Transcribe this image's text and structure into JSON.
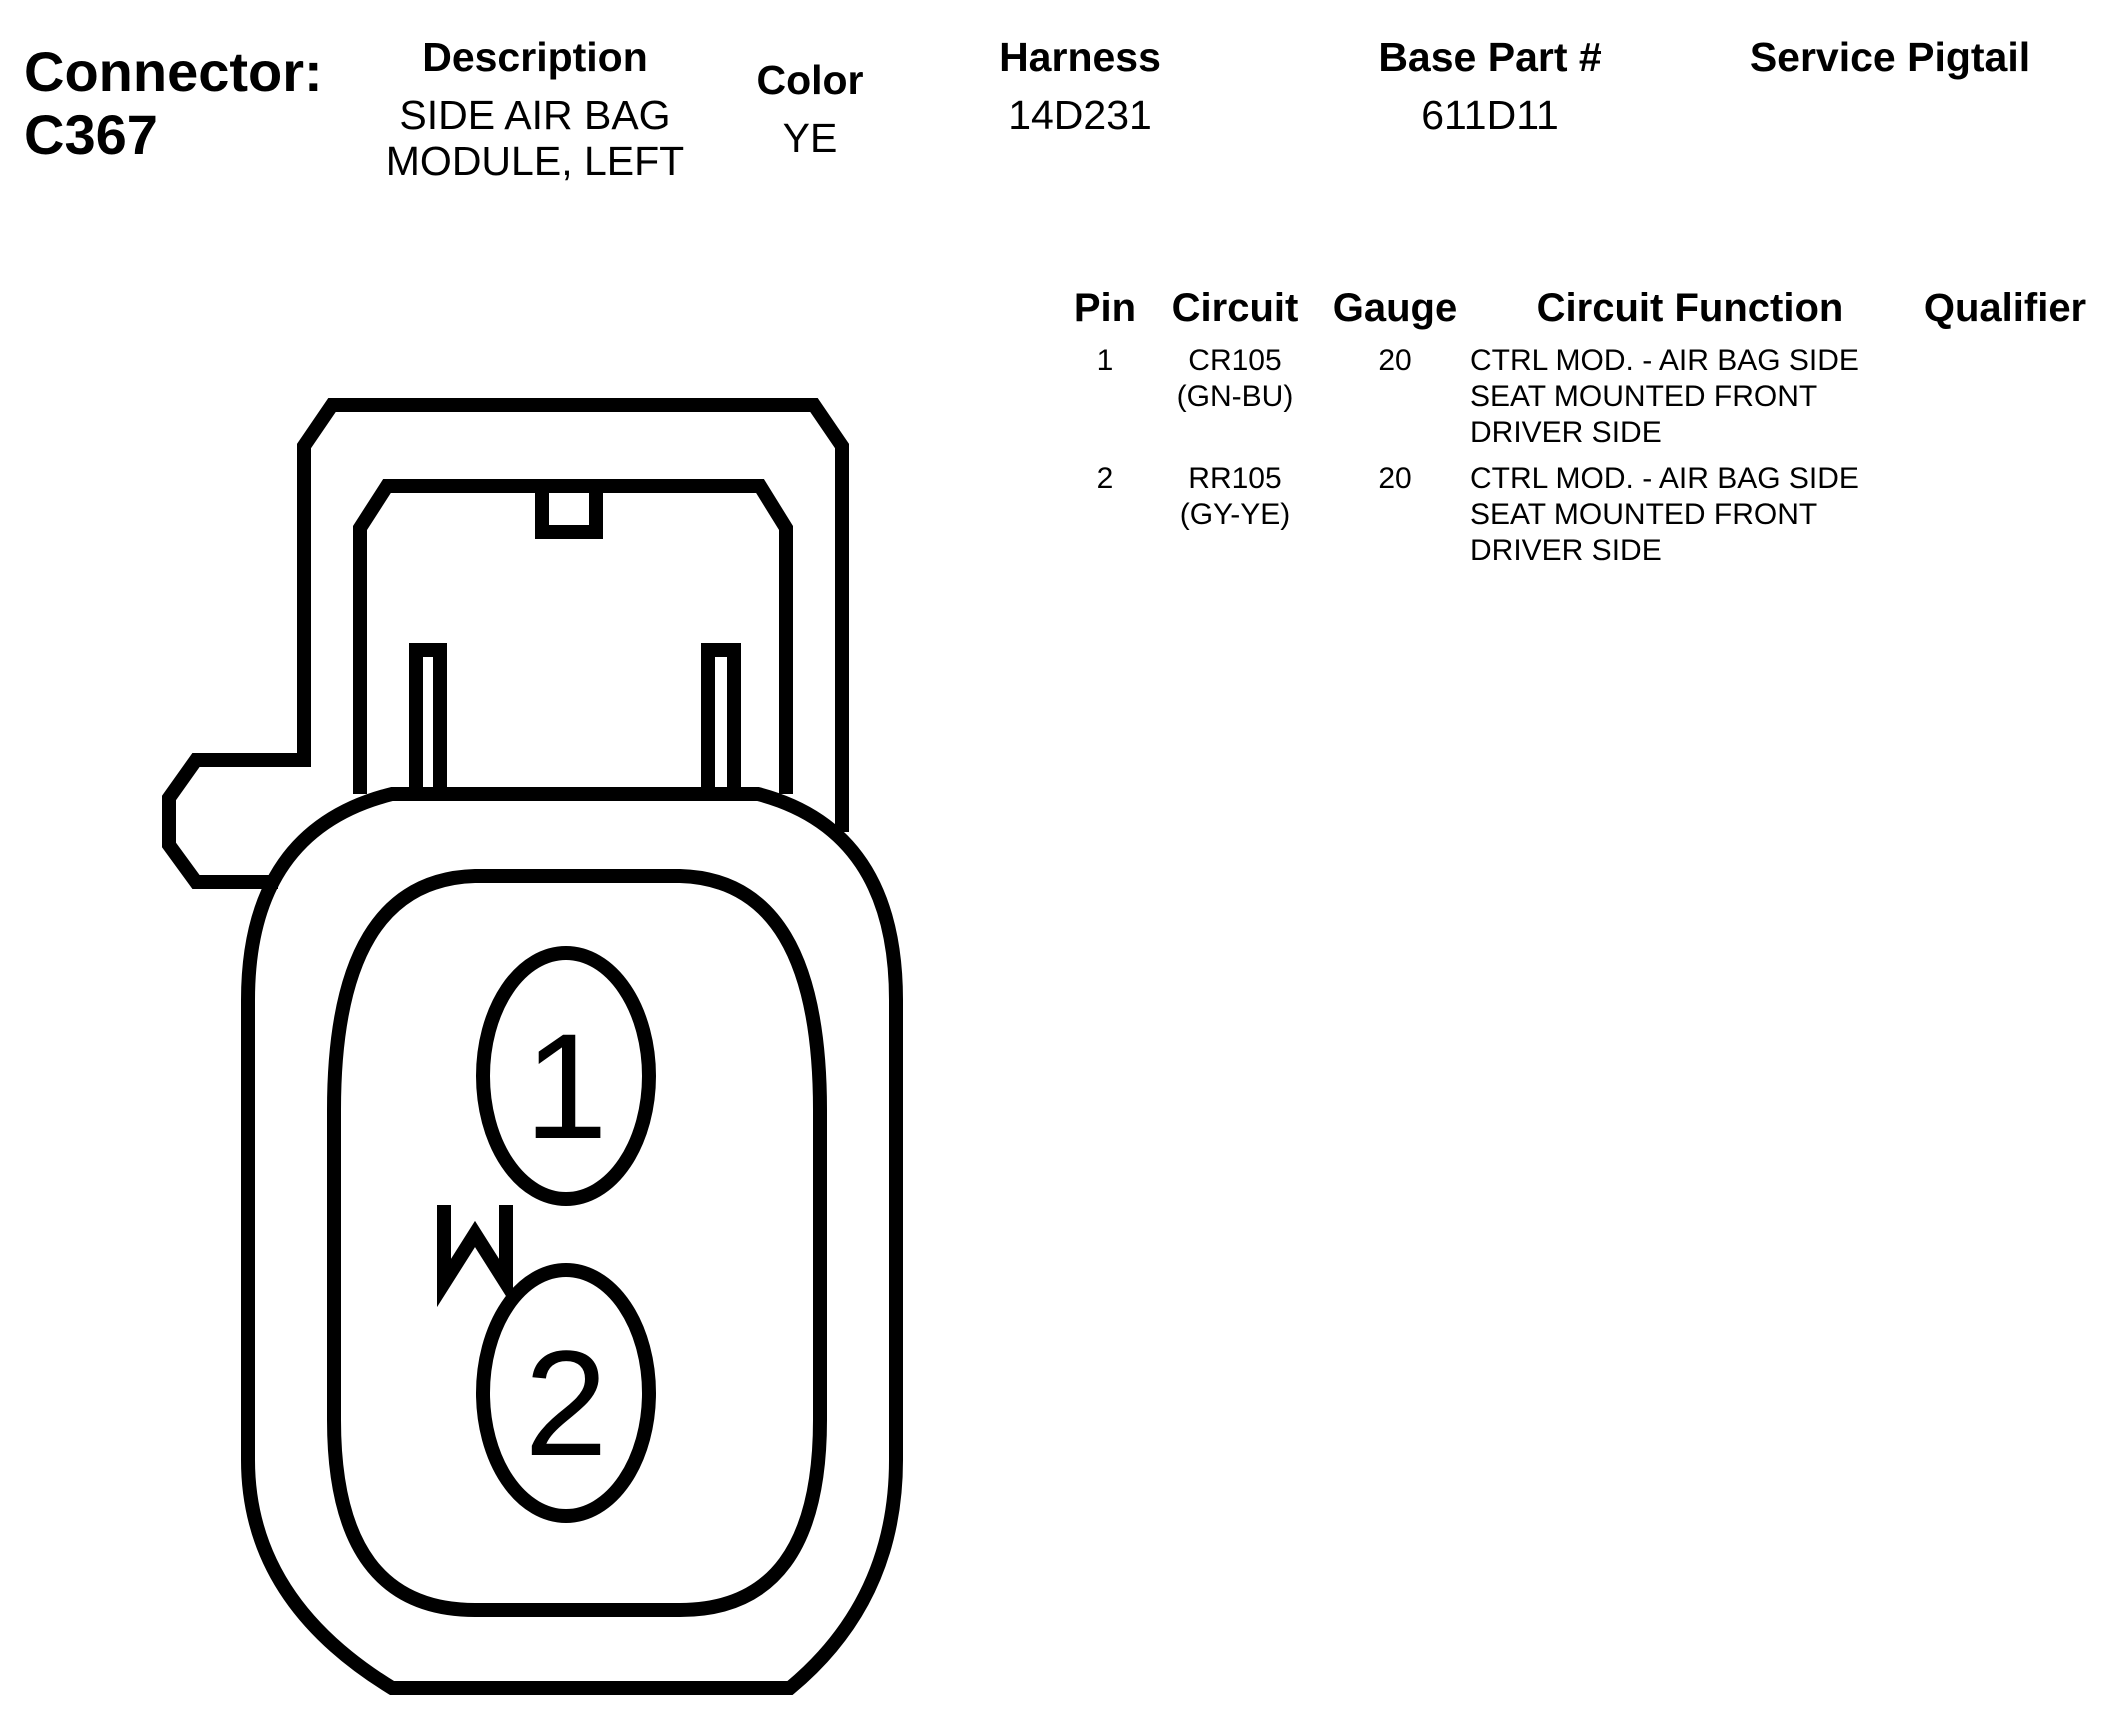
{
  "connector": {
    "label": "Connector:",
    "id": "C367"
  },
  "header": {
    "description": {
      "heading": "Description",
      "lines": [
        "SIDE AIR BAG",
        "MODULE, LEFT"
      ]
    },
    "color": {
      "heading": "Color",
      "value": "YE"
    },
    "harness": {
      "heading": "Harness",
      "value": "14D231"
    },
    "base_part": {
      "heading": "Base Part #",
      "value": "611D11"
    },
    "service_pigtail": {
      "heading": "Service Pigtail",
      "value": ""
    }
  },
  "pin_table": {
    "columns": [
      "Pin",
      "Circuit",
      "Gauge",
      "Circuit Function",
      "Qualifier"
    ],
    "rows": [
      {
        "pin": "1",
        "circuit": [
          "CR105",
          "(GN-BU)"
        ],
        "gauge": "20",
        "function": [
          "CTRL MOD. - AIR BAG SIDE",
          "SEAT MOUNTED FRONT",
          "DRIVER SIDE"
        ],
        "qualifier": ""
      },
      {
        "pin": "2",
        "circuit": [
          "RR105",
          "(GY-YE)"
        ],
        "gauge": "20",
        "function": [
          "CTRL MOD. - AIR BAG SIDE",
          "SEAT MOUNTED FRONT",
          "DRIVER SIDE"
        ],
        "qualifier": ""
      }
    ]
  },
  "diagram": {
    "pin_labels": [
      "1",
      "2"
    ],
    "marker": "W",
    "stroke_color": "#000000"
  }
}
